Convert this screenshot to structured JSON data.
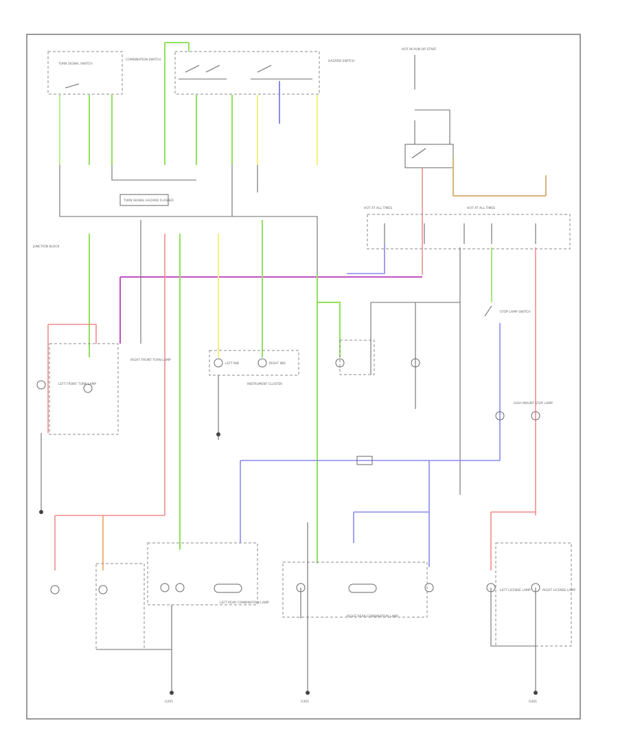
{
  "diagram": {
    "footer": "",
    "colors": {
      "green": "#8fe05a",
      "light_green": "#b6f08a",
      "yellow": "#f6f07a",
      "blue": "#8888ee",
      "purple": "#c050c0",
      "red": "#f08a8a",
      "orange": "#f2a25a",
      "tan": "#d8b27a",
      "wire": "#6b6b6b"
    },
    "labels": {
      "turn_switch": "TURN SIGNAL SWITCH",
      "combo_switch": "COMBINATION SWITCH",
      "hazard_switch": "HAZARD SWITCH",
      "hot_run_start": "HOT IN RUN OR START",
      "hot_at_all_times": "HOT AT ALL TIMES",
      "turn_hazard_flasher": "TURN SIGNAL HAZARD FLASHER",
      "junction_block": "JUNCTION BLOCK",
      "left_front_turn": "LEFT FRONT TURN LAMP",
      "right_front_turn": "RIGHT FRONT TURN LAMP",
      "left_ind": "LEFT IND",
      "right_ind": "RIGHT IND",
      "instrument_cluster": "INSTRUMENT CLUSTER",
      "left_rear_combo": "LEFT REAR COMBINATION LAMP",
      "right_rear_combo": "RIGHT REAR COMBINATION LAMP",
      "left_license": "LEFT LICENSE LAMP",
      "right_license": "RIGHT LICENSE LAMP",
      "stop_switch": "STOP LAMP SWITCH",
      "high_stop": "HIGH MOUNT STOP LAMP",
      "ground_1": "G201",
      "ground_2": "G301",
      "ground_3": "G401"
    }
  }
}
